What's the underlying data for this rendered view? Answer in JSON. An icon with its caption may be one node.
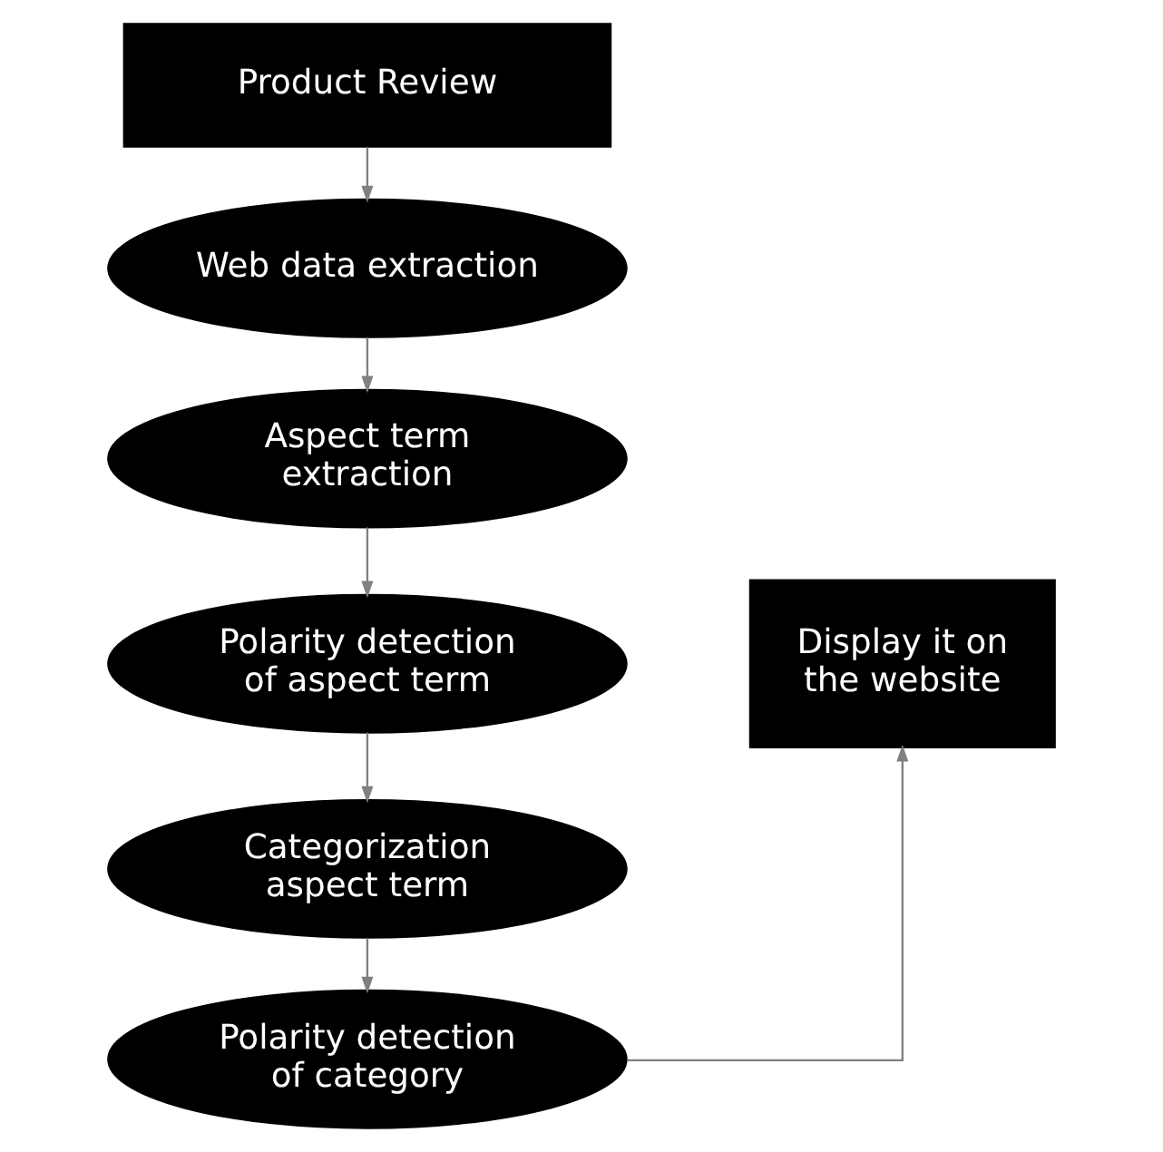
{
  "diagram": {
    "nodes": [
      {
        "text": [
          "Product Review"
        ]
      },
      {
        "text": [
          "Web data extraction"
        ]
      },
      {
        "text": [
          "Aspect term extraction"
        ]
      },
      {
        "text": [
          "Polarity detection of aspect term"
        ]
      },
      {
        "text": [
          "Categorization aspect term"
        ]
      },
      {
        "text": [
          "Polarity detection of category"
        ]
      },
      {
        "text": [
          "Display it on the website"
        ]
      }
    ],
    "edges": [
      {
        "from": 0,
        "to": 1,
        "arrow": "to"
      },
      {
        "from": 1,
        "to": 2,
        "arrow": "to"
      },
      {
        "from": 2,
        "to": 3,
        "arrow": "to"
      },
      {
        "from": 3,
        "to": 4,
        "arrow": "to"
      },
      {
        "from": 4,
        "to": 5,
        "arrow": "to"
      },
      {
        "from": 5,
        "to": 6,
        "arrow": "to"
      }
    ]
  }
}
